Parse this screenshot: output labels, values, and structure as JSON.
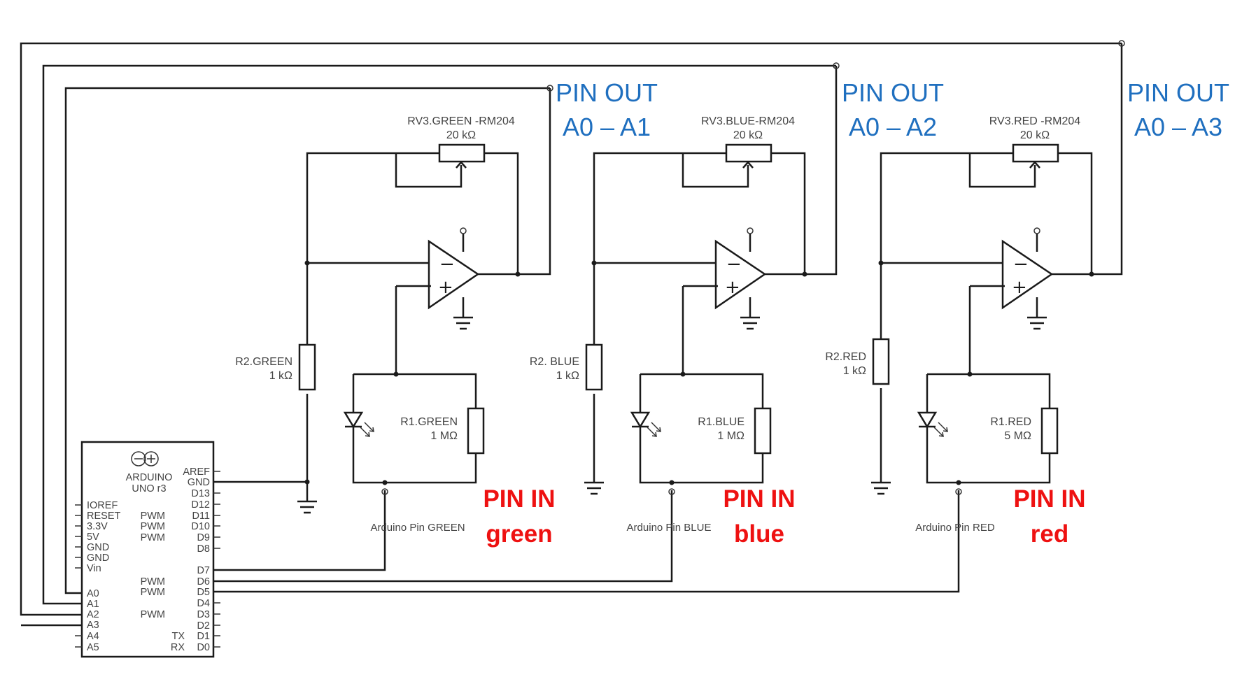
{
  "arduino": {
    "name": "ARDUINO",
    "model": "UNO r3",
    "left_pins": [
      "IOREF",
      "RESET",
      "3.3V",
      "5V",
      "GND",
      "GND",
      "Vin",
      "A0",
      "A1",
      "A2",
      "A3",
      "A4",
      "A5"
    ],
    "right_pins": [
      "AREF",
      "GND",
      "D13",
      "D12",
      "D11",
      "D10",
      "D9",
      "D8",
      "D7",
      "D6",
      "D5",
      "D4",
      "D3",
      "D2",
      "D1",
      "D0"
    ],
    "pwm_label": "PWM",
    "tx_label": "TX",
    "rx_label": "RX"
  },
  "channels": [
    {
      "color": "green",
      "pot": {
        "name": "RV3.GREEN -RM204",
        "value": "20 kΩ"
      },
      "r2": {
        "name": "R2.GREEN",
        "value": "1 kΩ"
      },
      "r1": {
        "name": "R1.GREEN",
        "value": "1 MΩ"
      },
      "arduino_pin": "Arduino Pin GREEN",
      "pin_out_line1": "PIN OUT",
      "pin_out_line2": "A0 – A1",
      "pin_in_line1": "PIN IN",
      "pin_in_line2": "green"
    },
    {
      "color": "blue",
      "pot": {
        "name": "RV3.BLUE-RM204",
        "value": "20 kΩ"
      },
      "r2": {
        "name": "R2. BLUE",
        "value": "1 kΩ"
      },
      "r1": {
        "name": "R1.BLUE",
        "value": "1 MΩ"
      },
      "arduino_pin": "Arduino Pin BLUE",
      "pin_out_line1": "PIN OUT",
      "pin_out_line2": "A0 – A2",
      "pin_in_line1": "PIN IN",
      "pin_in_line2": "blue"
    },
    {
      "color": "red",
      "pot": {
        "name": "RV3.RED -RM204",
        "value": "20 kΩ"
      },
      "r2": {
        "name": "R2.RED",
        "value": "1 kΩ"
      },
      "r1": {
        "name": "R1.RED",
        "value": "5 MΩ"
      },
      "arduino_pin": "Arduino Pin RED",
      "pin_out_line1": "PIN OUT",
      "pin_out_line2": "A0 – A3",
      "pin_in_line1": "PIN IN",
      "pin_in_line2": "red"
    }
  ],
  "colors": {
    "wire": "#1a1a1a",
    "pin_out_text": "#1f6fbf",
    "pin_in_text": "#ee1111"
  }
}
